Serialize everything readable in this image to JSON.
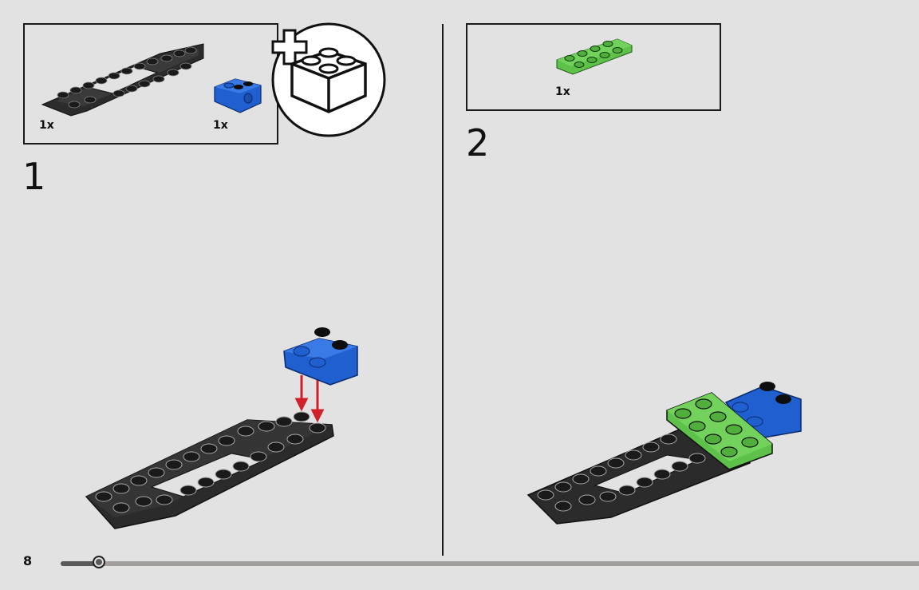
{
  "page": {
    "number": "8",
    "background": "#e2e2e2",
    "progress": {
      "percent": 4.5,
      "fill_color": "#5a5a5a",
      "track_color": "#a29f9c"
    }
  },
  "steps": [
    {
      "number": "1",
      "parts_callout": {
        "parts": [
          {
            "name": "black 4x8 frame plate",
            "color": "#2b2b2b",
            "quantity": "1x"
          },
          {
            "name": "blue 2x2 technic brick with hole",
            "color": "#1f5fd0",
            "quantity": "1x"
          }
        ],
        "subassembly_icon": "plus-brick-icon"
      },
      "arrows_color": "#d0202a"
    },
    {
      "number": "2",
      "parts_callout": {
        "parts": [
          {
            "name": "bright green 2x4 plate",
            "color": "#5ec24a",
            "quantity": "1x"
          }
        ]
      }
    }
  ]
}
